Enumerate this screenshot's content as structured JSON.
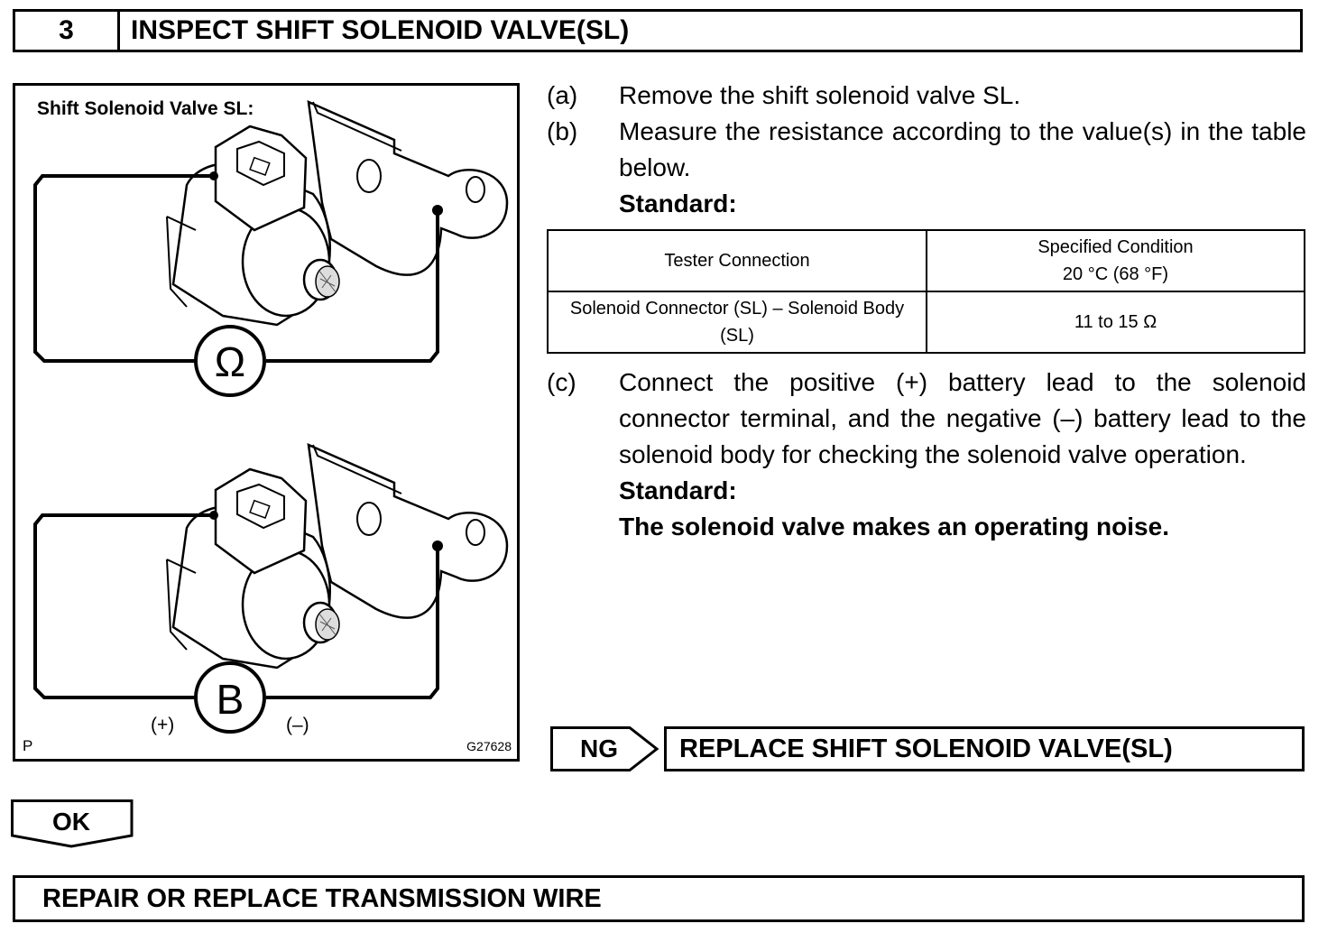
{
  "header": {
    "step_number": "3",
    "title": "INSPECT SHIFT SOLENOID VALVE(SL)"
  },
  "figure": {
    "label": "Shift Solenoid Valve SL:",
    "ohmmeter_symbol": "Ω",
    "battery_symbol": "B",
    "positive_label": "(+)",
    "negative_label": "(–)",
    "corner_letter": "P",
    "figure_code": "G27628"
  },
  "instructions": {
    "a": {
      "letter": "(a)",
      "text": "Remove the shift solenoid valve SL."
    },
    "b": {
      "letter": "(b)",
      "text": "Measure the resistance according to the value(s) in the table below.",
      "standard_label": "Standard:"
    },
    "table": {
      "headers": [
        "Tester Connection",
        "Specified Condition",
        "20 °C (68 °F)"
      ],
      "rows": [
        {
          "connection": "Solenoid Connector (SL) – Solenoid Body (SL)",
          "condition": "11 to 15 Ω"
        }
      ]
    },
    "c": {
      "letter": "(c)",
      "text": "Connect the positive (+) battery lead to the solenoid connector terminal, and the negative (–) battery lead to the solenoid body for checking the solenoid valve operation.",
      "standard_label": "Standard:",
      "standard_text": "The solenoid valve makes an operating noise."
    }
  },
  "ng": {
    "label": "NG",
    "result": "REPLACE SHIFT SOLENOID VALVE(SL)"
  },
  "ok": {
    "label": "OK"
  },
  "final": {
    "text": "REPAIR OR REPLACE TRANSMISSION WIRE"
  }
}
